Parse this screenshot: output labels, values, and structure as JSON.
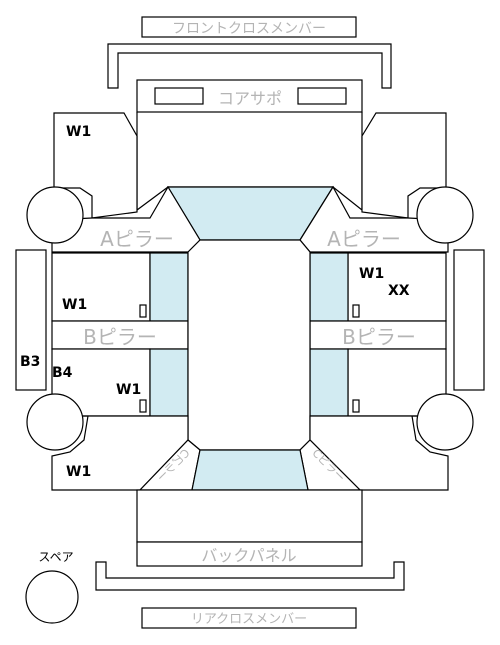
{
  "labels": {
    "front_cross_member": "フロントクロスメンバー",
    "core_support": "コアサポ",
    "a_pillar_left": "Aピラー",
    "a_pillar_right": "Aピラー",
    "b_pillar_left": "Bピラー",
    "b_pillar_right": "Bピラー",
    "back_panel": "バックパネル",
    "rear_cross_member": "リアクロスメンバー",
    "spare": "スペア",
    "c_pillar_left": "Cピラー",
    "c_pillar_right": "Cピラー"
  },
  "codes": {
    "front_left": "W1",
    "right_front_door": "W1",
    "right_front_door_extra": "XX",
    "left_front_door": "W1",
    "left_sill": "B3",
    "left_rear_upper": "B4",
    "left_rear_door": "W1",
    "rear_left": "W1"
  },
  "colors": {
    "glass": "#d2ebf2",
    "stroke": "#000000",
    "label_gray": "#b4b4b4"
  }
}
